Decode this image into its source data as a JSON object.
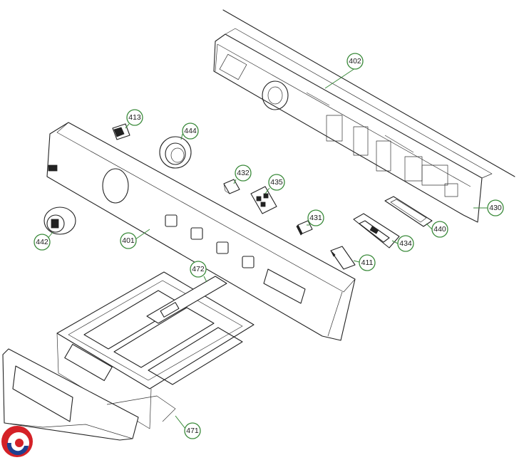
{
  "callouts": [
    {
      "id": "c402",
      "label": "402"
    },
    {
      "id": "c413",
      "label": "413"
    },
    {
      "id": "c444",
      "label": "444"
    },
    {
      "id": "c432",
      "label": "432"
    },
    {
      "id": "c435",
      "label": "435"
    },
    {
      "id": "c431",
      "label": "431"
    },
    {
      "id": "c430",
      "label": "430"
    },
    {
      "id": "c440",
      "label": "440"
    },
    {
      "id": "c434",
      "label": "434"
    },
    {
      "id": "c411",
      "label": "411"
    },
    {
      "id": "c401",
      "label": "401"
    },
    {
      "id": "c442",
      "label": "442"
    },
    {
      "id": "c472",
      "label": "472"
    },
    {
      "id": "c471",
      "label": "471"
    }
  ],
  "colors": {
    "line": "#222222",
    "callout_ring": "#3a8a3a",
    "logo_red": "#d42127",
    "logo_blue": "#1f3f8f"
  },
  "logo": {
    "icon": "brand-logo-icon"
  }
}
